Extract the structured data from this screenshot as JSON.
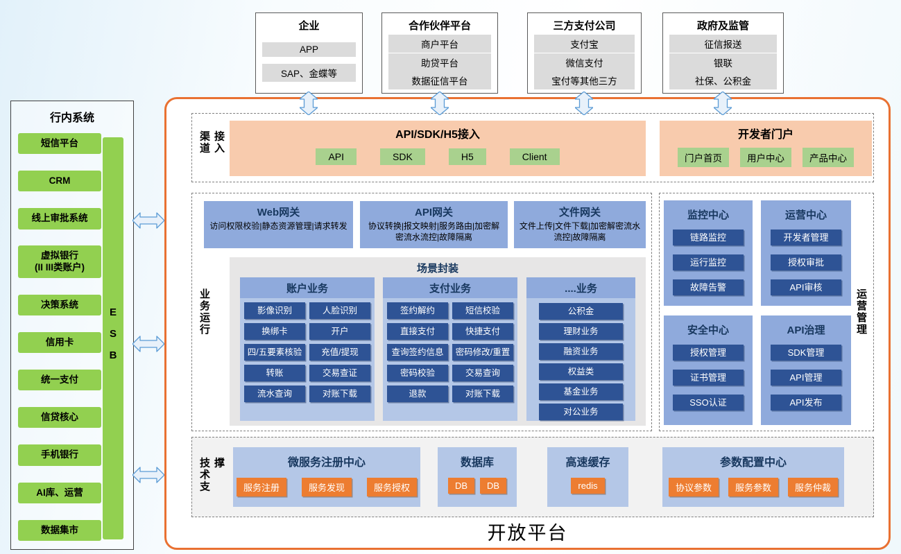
{
  "platform_title": "开放平台",
  "palette": {
    "platform_border": "#E97132",
    "channel_bg": "#F8CBAD",
    "green_system": "#92D050",
    "green_button": "#A9D18E",
    "blue_box": "#8FAADC",
    "light_blue_body": "#B4C7E7",
    "dark_blue_chip": "#2E5395",
    "orange_button": "#ED7D31",
    "gray_item": "#DBDBDB"
  },
  "top_boxes": [
    {
      "title": "企业",
      "items": [
        "APP",
        "SAP、金蝶等"
      ]
    },
    {
      "title": "合作伙伴平台",
      "items": [
        "商户平台",
        "助贷平台",
        "数据征信平台"
      ]
    },
    {
      "title": "三方支付公司",
      "items": [
        "支付宝",
        "微信支付",
        "宝付等其他三方"
      ]
    },
    {
      "title": "政府及监管",
      "items": [
        "征信报送",
        "银联",
        "社保、公积金"
      ]
    }
  ],
  "left_panel": {
    "title": "行内系统",
    "items": [
      "短信平台",
      "CRM",
      "线上审批系统",
      "虚拟银行\n(II III类账户)",
      "决策系统",
      "信用卡",
      "统一支付",
      "信贷核心",
      "手机银行",
      "AI库、运营",
      "数据集市"
    ],
    "esb_label": "ESB"
  },
  "channel": {
    "label": "渠道接入",
    "access": {
      "title": "API/SDK/H5接入",
      "buttons": [
        "API",
        "SDK",
        "H5",
        "Client"
      ]
    },
    "portal": {
      "title": "开发者门户",
      "buttons": [
        "门户首页",
        "用户中心",
        "产品中心"
      ]
    }
  },
  "business": {
    "label": "业务运行",
    "gateways": [
      {
        "title": "Web网关",
        "desc": "访问权限校验|静态资源管理|请求转发"
      },
      {
        "title": "API网关",
        "desc": "协议转换|报文映射|服务路由|加密解密流水流控|故障隔离"
      },
      {
        "title": "文件网关",
        "desc": "文件上传|文件下载|加密解密流水流控|故障隔离"
      }
    ],
    "scene": {
      "title": "场景封装",
      "columns": [
        {
          "title": "账户业务",
          "items": [
            "影像识别",
            "人脸识别",
            "换绑卡",
            "开户",
            "四/五要素核验",
            "充值/提现",
            "转账",
            "交易查证",
            "流水查询",
            "对账下载"
          ]
        },
        {
          "title": "支付业务",
          "items": [
            "签约解约",
            "短信校验",
            "直接支付",
            "快捷支付",
            "查询签约信息",
            "密码修改/重置",
            "密码校验",
            "交易查询",
            "退款",
            "对账下载"
          ]
        },
        {
          "title": "....业务",
          "items": [
            "公积金",
            "理财业务",
            "融资业务",
            "权益类",
            "基金业务",
            "对公业务"
          ]
        }
      ]
    }
  },
  "operation": {
    "label": "运营管理",
    "centers": [
      {
        "title": "监控中心",
        "items": [
          "链路监控",
          "运行监控",
          "故障告警"
        ]
      },
      {
        "title": "运营中心",
        "items": [
          "开发者管理",
          "授权审批",
          "API审核"
        ]
      },
      {
        "title": "安全中心",
        "items": [
          "授权管理",
          "证书管理",
          "SSO认证"
        ]
      },
      {
        "title": "API治理",
        "items": [
          "SDK管理",
          "API管理",
          "API发布"
        ]
      }
    ]
  },
  "tech": {
    "label": "技术支撑",
    "boxes": [
      {
        "title": "微服务注册中心",
        "items": [
          "服务注册",
          "服务发现",
          "服务授权"
        ]
      },
      {
        "title": "数据库",
        "items": [
          "DB",
          "DB"
        ]
      },
      {
        "title": "高速缓存",
        "items": [
          "redis"
        ]
      },
      {
        "title": "参数配置中心",
        "items": [
          "协议参数",
          "服务参数",
          "服务仲裁"
        ]
      }
    ]
  }
}
